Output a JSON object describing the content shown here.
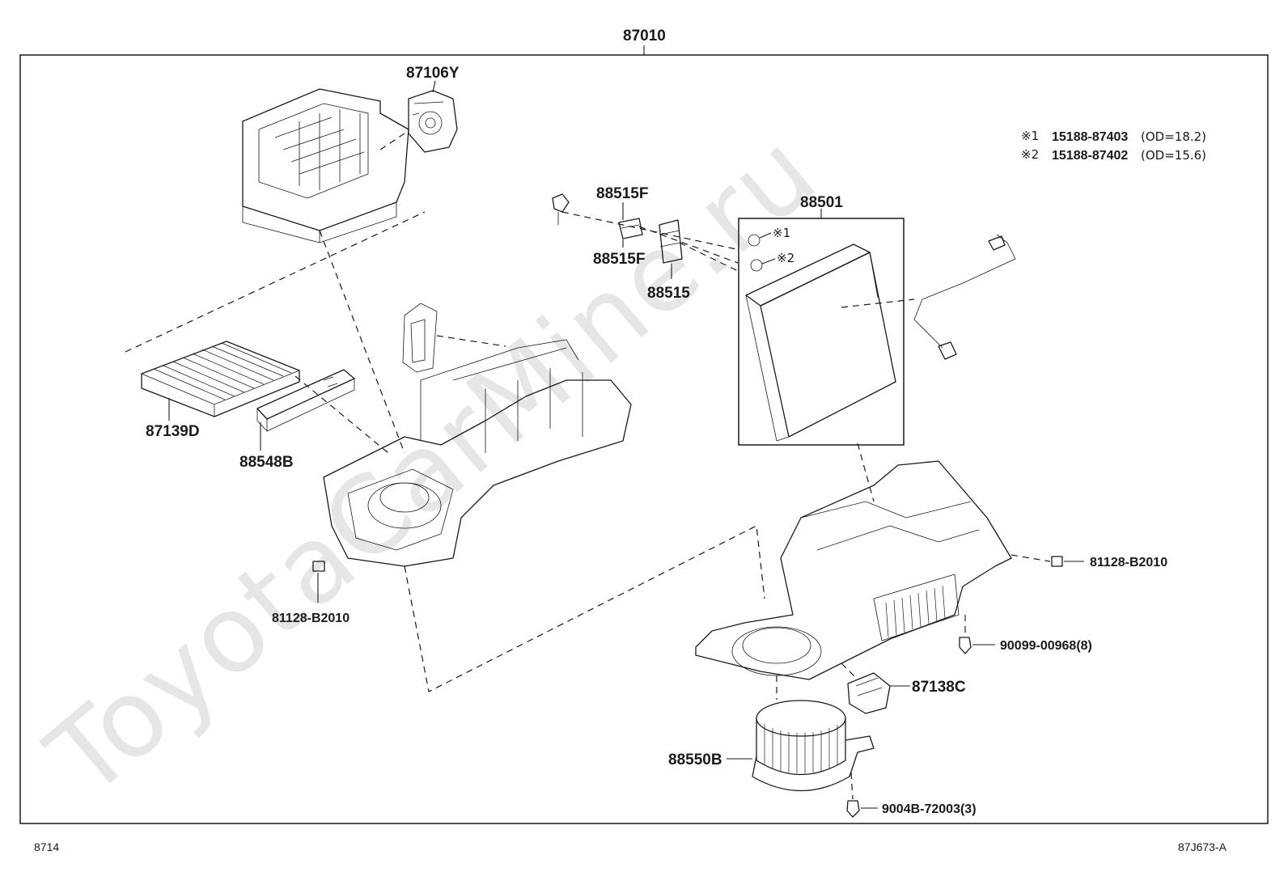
{
  "watermark": "ToyotaCarMine.ru",
  "callouts": {
    "assembly": "87010",
    "damper_servo": "87106Y",
    "air_filter": "87139D",
    "filter_cover": "88548B",
    "screw_left": "81128-B2010",
    "screw_right": "81128-B2010",
    "valve_screw_a": "88515F",
    "valve_screw_b": "88515F",
    "expansion_valve": "88515",
    "evaporator": "88501",
    "ring_1": "※1",
    "ring_2": "※2",
    "clip": "90099-00968(8)",
    "resistor": "87138C",
    "blower_motor": "88550B",
    "motor_screw": "9004B-72003(3)"
  },
  "notes": [
    {
      "mark": "※1",
      "text": "15188-87403",
      "spec": "(OD=18.2)"
    },
    {
      "mark": "※2",
      "text": "15188-87402",
      "spec": "(OD=15.6)"
    }
  ],
  "footer": {
    "page_code": "8714",
    "drawing_code": "87J673-A"
  }
}
